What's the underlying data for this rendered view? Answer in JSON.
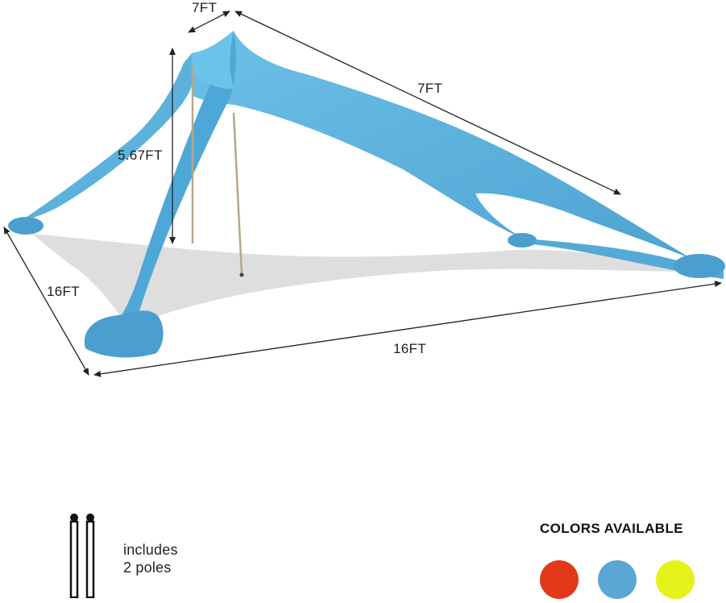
{
  "dimensions": {
    "top_short": "7FT",
    "top_long": "7FT",
    "height": "5.67FT",
    "left_base": "16FT",
    "front_base": "16FT"
  },
  "poles": {
    "icon": "tent-poles-icon",
    "line1": "includes",
    "line2": "2 poles"
  },
  "colors_available": {
    "title": "COLORS AVAILABLE",
    "swatches": [
      {
        "name": "red",
        "color": "#e2391a"
      },
      {
        "name": "blue",
        "color": "#5aa6d4"
      },
      {
        "name": "yellow",
        "color": "#e4f21a"
      }
    ]
  },
  "canopy_color": "#5fb4de"
}
